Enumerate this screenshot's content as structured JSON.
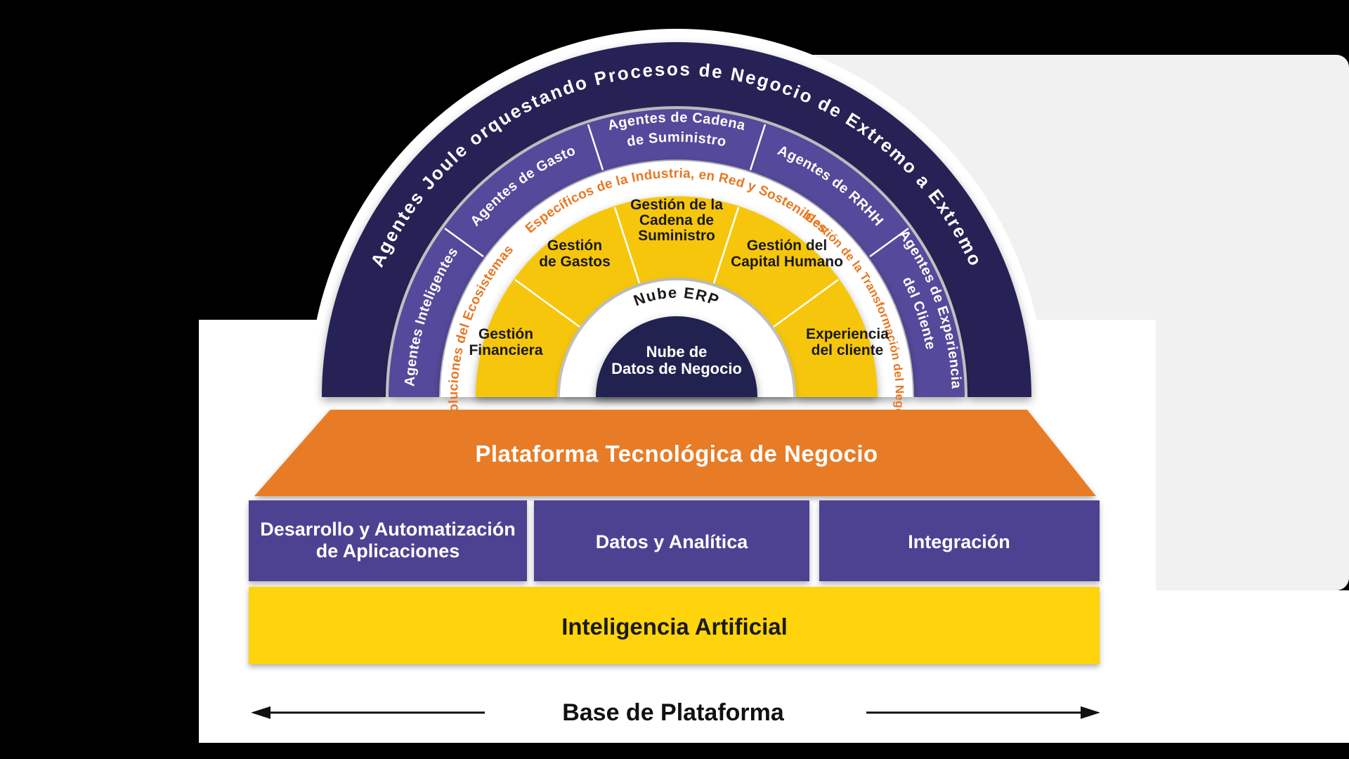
{
  "diagram_title": "Base de Plataforma",
  "colors": {
    "page_background": "#000000",
    "panel_gray": "#F1F1F2",
    "canvas_white": "#FFFFFF",
    "navy_ring": "#272254",
    "navy_center": "#242051",
    "purple_ring": "#544A9B",
    "purple_box": "#4E4392",
    "yellow_ring": "#F6C60A",
    "yellow_bar": "#FFD40A",
    "orange_bar": "#E87C25",
    "orange_text": "#E87722",
    "black_text": "#1A1A1A"
  },
  "arcs": {
    "joule": "Agentes Joule orquestando Procesos de Negocio de Extremo a Extremo",
    "inteligentes": "Agentes Inteligentes",
    "gasto": "Agentes de Gasto",
    "cadena_l1": "Agentes de Cadena",
    "cadena_l2": "de Suministro",
    "rrhh": "Agentes de RRHH",
    "experiencia_l1": "Agentes de Experiencia",
    "experiencia_l2": "del Cliente",
    "soluciones": "Soluciones del Ecosistemas",
    "especificos": "Específicos de la Industria, en Red y Sostenibles",
    "transformacion": "Gestión de la Transformación del Negocio",
    "nube_erp": "Nube ERP"
  },
  "yellow_segments": {
    "financiera_l1": "Gestión",
    "financiera_l2": "Financiera",
    "gastos_l1": "Gestión",
    "gastos_l2": "de Gastos",
    "cadena_l1": "Gestión de la",
    "cadena_l2": "Cadena de",
    "cadena_l3": "Suministro",
    "capital_l1": "Gestión del",
    "capital_l2": "Capital Humano",
    "cliente_l1": "Experiencia",
    "cliente_l2": "del cliente"
  },
  "center": {
    "l1": "Nube de",
    "l2": "Datos de Negocio"
  },
  "platform_bar": {
    "label": "Plataforma Tecnológica de Negocio"
  },
  "boxes": {
    "dev_l1": "Desarrollo y Automatización",
    "dev_l2": "de Aplicaciones",
    "data_analytics": "Datos y Analítica",
    "integration": "Integración"
  },
  "ai_bar": {
    "label": "Inteligencia Artificial"
  },
  "base": {
    "label": "Base de Plataforma"
  }
}
